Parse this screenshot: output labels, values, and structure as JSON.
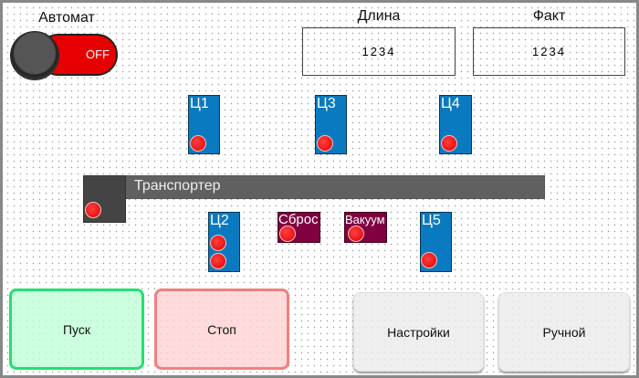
{
  "auto": {
    "label": "Автомат",
    "toggle_state": "OFF"
  },
  "length": {
    "label": "Длина",
    "value": "1234"
  },
  "fact": {
    "label": "Факт",
    "value": "1234"
  },
  "cylinders": {
    "c1": "Ц1",
    "c2": "Ц2",
    "c3": "Ц3",
    "c4": "Ц4",
    "c5": "Ц5"
  },
  "conveyor": {
    "label": "Транспортер"
  },
  "reset": {
    "label": "Сброс"
  },
  "vacuum": {
    "label": "Вакуум"
  },
  "buttons": {
    "start": "Пуск",
    "stop": "Стоп",
    "settings": "Настройки",
    "manual": "Ручной"
  },
  "colors": {
    "cylinder": "#0a7ac0",
    "valve": "#800040",
    "lamp": "#ff0000",
    "conveyor": "#606060"
  }
}
